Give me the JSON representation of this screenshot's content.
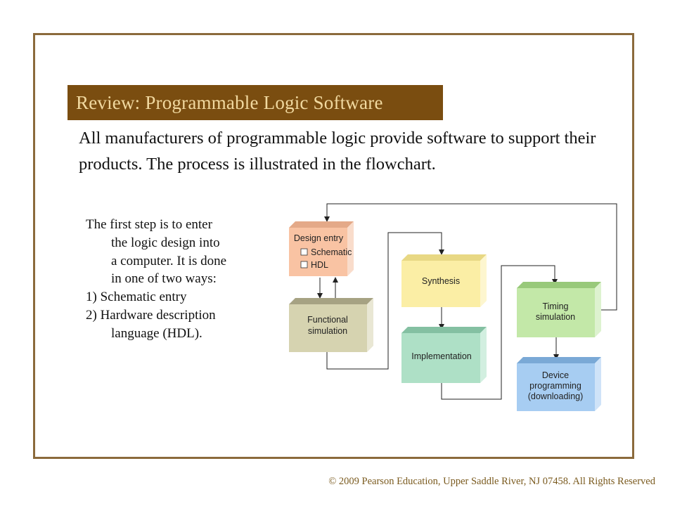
{
  "title": "Review: Programmable Logic Software",
  "intro": "All manufacturers of programmable logic provide software to support their products. The process is illustrated in the flowchart.",
  "steps": {
    "lines": [
      {
        "text": "The first step is to enter",
        "indent": false
      },
      {
        "text": "the logic design into",
        "indent": true
      },
      {
        "text": "a computer. It is done",
        "indent": true
      },
      {
        "text": "in one of two ways:",
        "indent": true
      },
      {
        "text": "1) Schematic entry",
        "indent": false
      },
      {
        "text": "2) Hardware description",
        "indent": false
      },
      {
        "text": "language (HDL).",
        "indent": true
      }
    ]
  },
  "flowchart": {
    "design_entry": {
      "title": "Design entry",
      "options": [
        "Schematic",
        "HDL"
      ],
      "color": "#f9c3a3"
    },
    "functional_simulation": {
      "lines": [
        "Functional",
        "simulation"
      ],
      "color": "#d6d3b0"
    },
    "synthesis": {
      "lines": [
        "Synthesis"
      ],
      "color": "#fbeea5"
    },
    "implementation": {
      "lines": [
        "Implementation"
      ],
      "color": "#aee0c6"
    },
    "timing_simulation": {
      "lines": [
        "Timing",
        "simulation"
      ],
      "color": "#c3e8a8"
    },
    "device_programming": {
      "lines": [
        "Device",
        "programming",
        "(downloading)"
      ],
      "color": "#a7cdf2"
    }
  },
  "copyright": "© 2009 Pearson Education, Upper Saddle River, NJ 07458. All Rights Reserved",
  "colors": {
    "frame": "#8b6a3c",
    "title_bg": "#7a4d10",
    "title_text": "#f1d9a0"
  }
}
